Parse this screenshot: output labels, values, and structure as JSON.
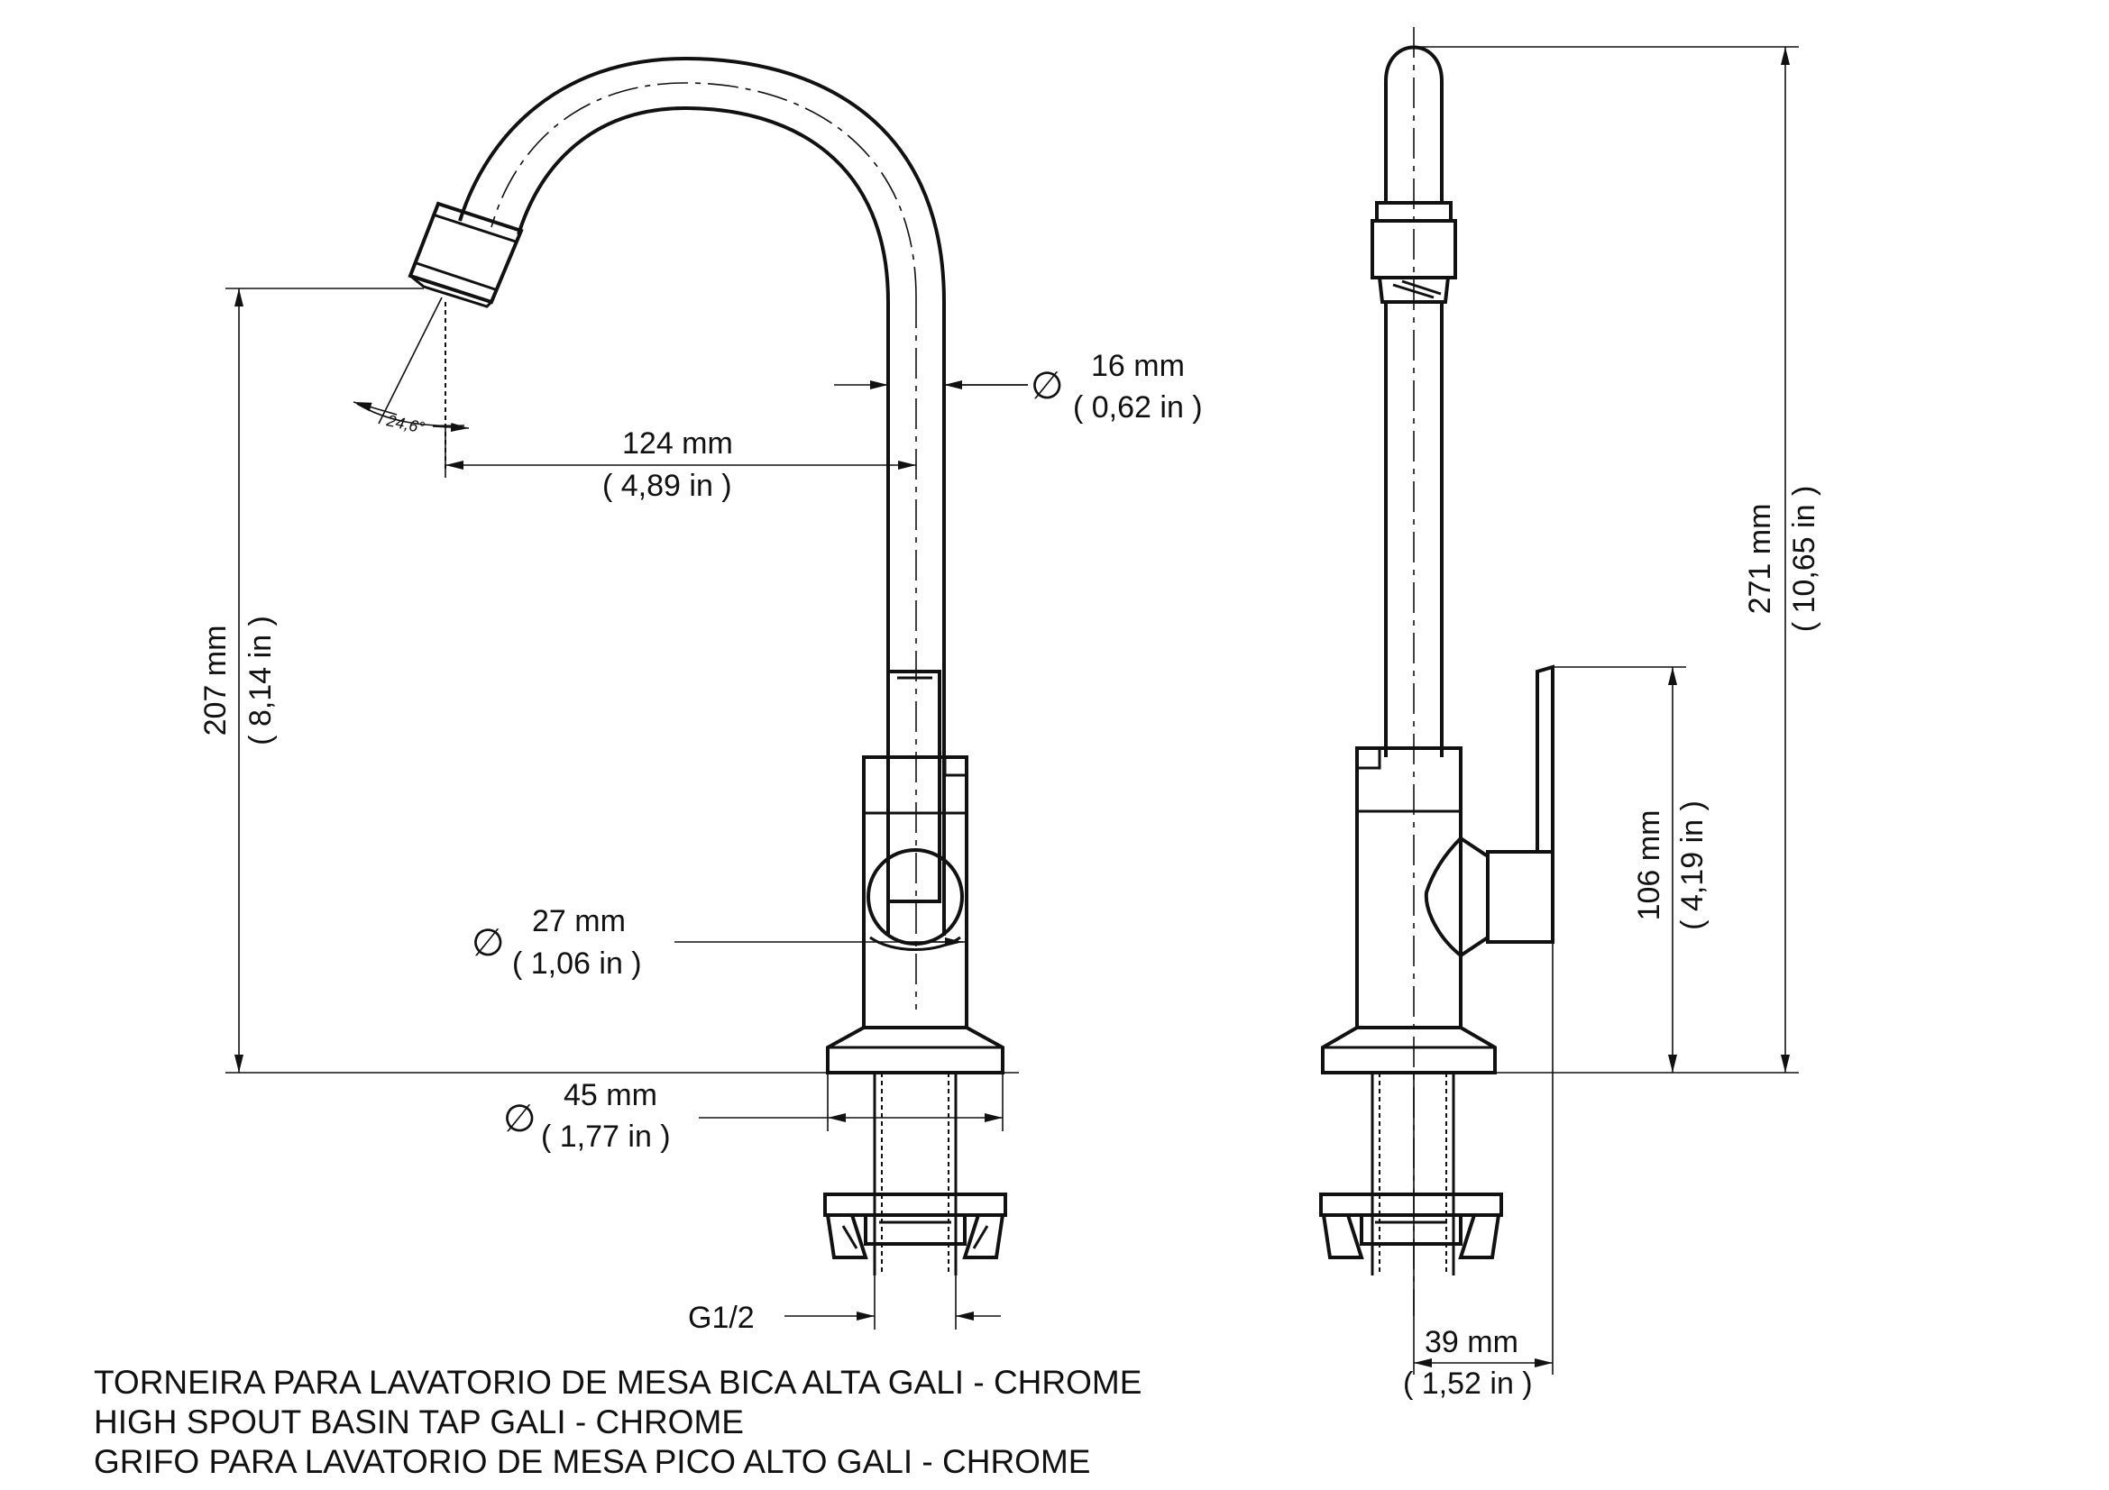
{
  "dimensions": {
    "spout_diameter": {
      "mm": "16 mm",
      "in": "( 0,62 in )"
    },
    "spout_reach": {
      "mm": "124 mm",
      "in": "( 4,89 in )"
    },
    "spout_height": {
      "mm": "207 mm",
      "in": "( 8,14 in )"
    },
    "body_diameter": {
      "mm": "27 mm",
      "in": "( 1,06 in )"
    },
    "base_diameter": {
      "mm": "45 mm",
      "in": "( 1,77 in )"
    },
    "thread": "G1/2",
    "angle": "24,6°",
    "total_height": {
      "mm": "271 mm",
      "in": "( 10,65 in )"
    },
    "handle_height": {
      "mm": "106 mm",
      "in": "( 4,19 in )"
    },
    "handle_depth": {
      "mm": "39 mm",
      "in": "( 1,52 in )"
    }
  },
  "symbols": {
    "diameter": "∅"
  },
  "captions": [
    "TORNEIRA PARA LAVATORIO DE MESA BICA ALTA GALI - CHROME",
    "HIGH SPOUT BASIN TAP GALI - CHROME",
    "GRIFO PARA LAVATORIO DE MESA PICO ALTO GALI - CHROME"
  ]
}
